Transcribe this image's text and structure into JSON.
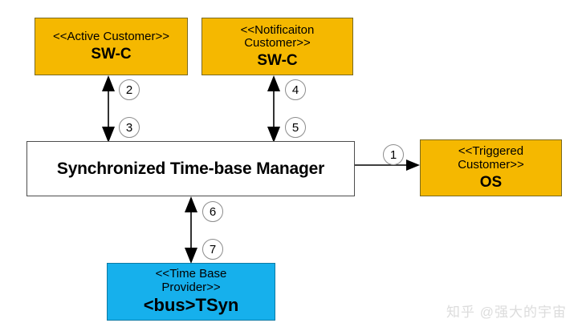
{
  "diagram": {
    "title": "Synchronized Time-base Manager interaction diagram",
    "colors": {
      "orange": "#F5B800",
      "blue": "#16B0EC",
      "white": "#FFFFFF",
      "line": "#000000",
      "circle_border": "#8C8C8C",
      "watermark": "#DCDCDC"
    },
    "nodes": {
      "active_customer": {
        "stereotype": "<<Active Customer>>",
        "name": "SW-C"
      },
      "notification_customer": {
        "stereotype_line1": "<<Notificaiton",
        "stereotype_line2": "Customer>>",
        "name": "SW-C"
      },
      "manager": {
        "name": "Synchronized Time-base Manager"
      },
      "triggered_customer": {
        "stereotype_line1": "<<Triggered",
        "stereotype_line2": "Customer>>",
        "name": "OS"
      },
      "time_base_provider": {
        "stereotype_line1": "<<Time Base",
        "stereotype_line2": "Provider>>",
        "name": "<bus>TSyn"
      }
    },
    "connector_labels": {
      "c1": "1",
      "c2": "2",
      "c3": "3",
      "c4": "4",
      "c5": "5",
      "c6": "6",
      "c7": "7"
    }
  },
  "watermark": {
    "text": "知乎 @强大的宇宙"
  }
}
